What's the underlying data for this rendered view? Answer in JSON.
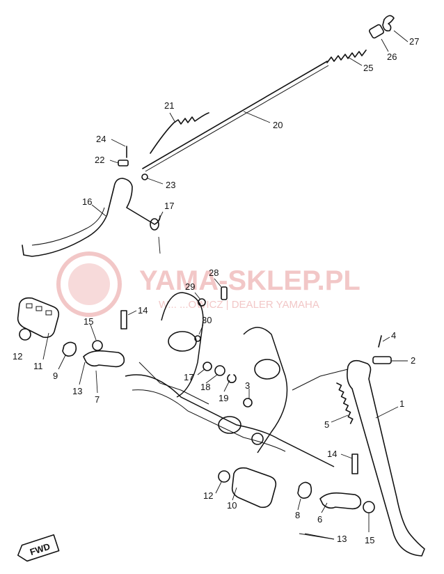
{
  "watermark": {
    "title": "YAMA-SKLEP.PL",
    "subtitle": "W... ...OWICZ | DEALER YAMAHA",
    "color": "#f2c7c7"
  },
  "fwd_label": "FWD",
  "callouts": [
    {
      "id": "c1",
      "text": "1"
    },
    {
      "id": "c2",
      "text": "2"
    },
    {
      "id": "c3",
      "text": "3"
    },
    {
      "id": "c4",
      "text": "4"
    },
    {
      "id": "c5",
      "text": "5"
    },
    {
      "id": "c6",
      "text": "6"
    },
    {
      "id": "c7",
      "text": "7"
    },
    {
      "id": "c8",
      "text": "8"
    },
    {
      "id": "c9",
      "text": "9"
    },
    {
      "id": "c10",
      "text": "10"
    },
    {
      "id": "c11",
      "text": "11"
    },
    {
      "id": "c12a",
      "text": "12"
    },
    {
      "id": "c12b",
      "text": "12"
    },
    {
      "id": "c13a",
      "text": "13"
    },
    {
      "id": "c13b",
      "text": "13"
    },
    {
      "id": "c14a",
      "text": "14"
    },
    {
      "id": "c14b",
      "text": "14"
    },
    {
      "id": "c15a",
      "text": "15"
    },
    {
      "id": "c15b",
      "text": "15"
    },
    {
      "id": "c16",
      "text": "16"
    },
    {
      "id": "c17a",
      "text": "17"
    },
    {
      "id": "c17b",
      "text": "17"
    },
    {
      "id": "c18",
      "text": "18"
    },
    {
      "id": "c19",
      "text": "19"
    },
    {
      "id": "c20",
      "text": "20"
    },
    {
      "id": "c21",
      "text": "21"
    },
    {
      "id": "c22",
      "text": "22"
    },
    {
      "id": "c23",
      "text": "23"
    },
    {
      "id": "c24",
      "text": "24"
    },
    {
      "id": "c25",
      "text": "25"
    },
    {
      "id": "c26",
      "text": "26"
    },
    {
      "id": "c27",
      "text": "27"
    },
    {
      "id": "c28",
      "text": "28"
    },
    {
      "id": "c29",
      "text": "29"
    },
    {
      "id": "c30",
      "text": "30"
    }
  ]
}
